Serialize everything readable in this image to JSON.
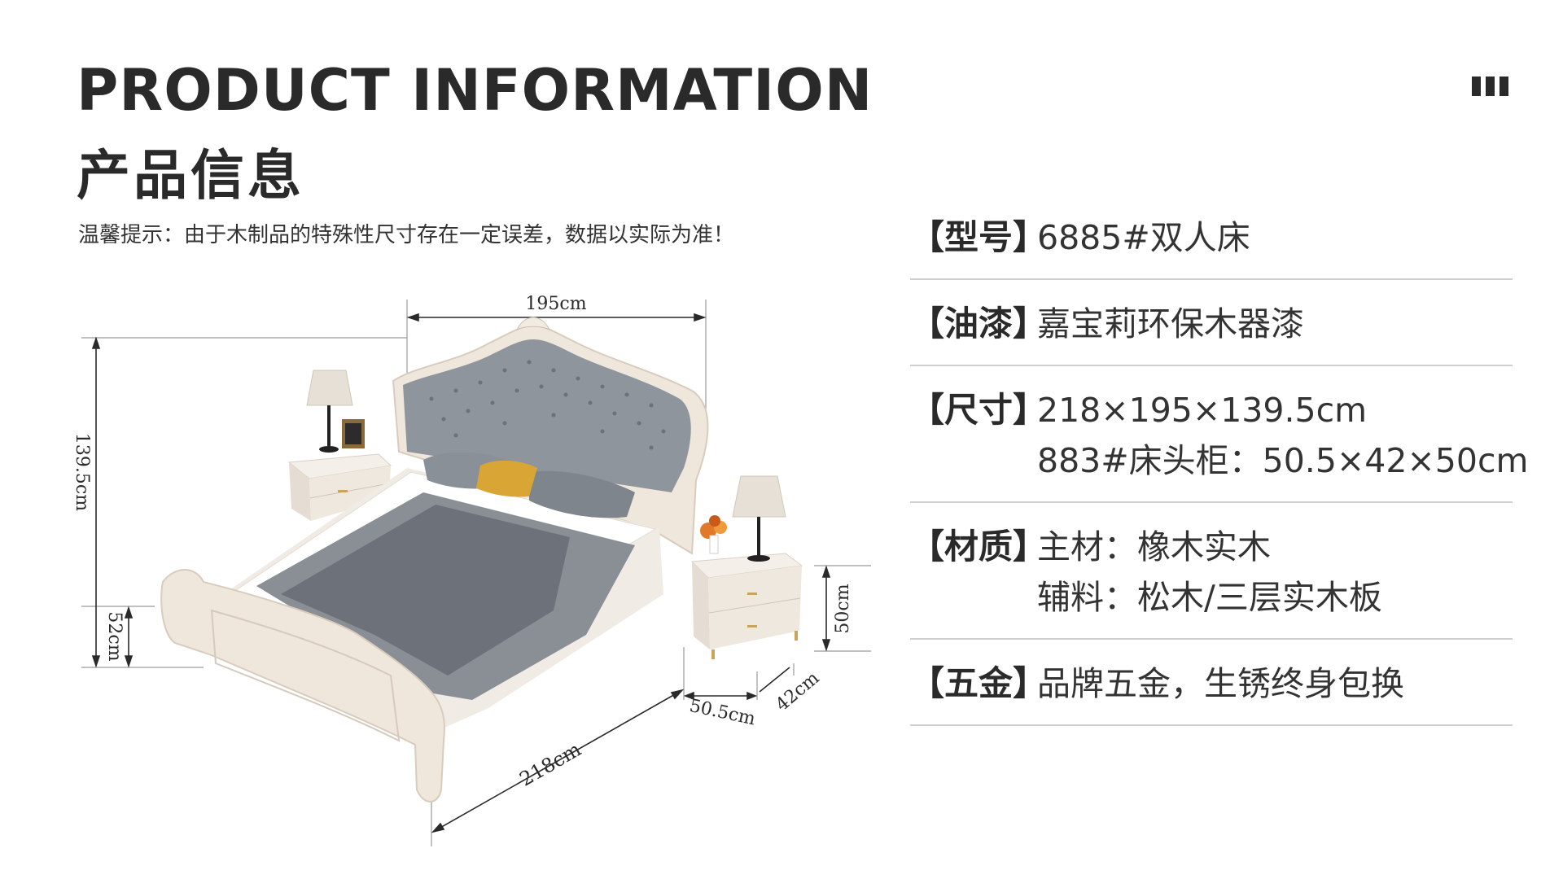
{
  "header": {
    "title_en": "PRODUCT INFORMATION",
    "title_cn": "产品信息",
    "tip": "温馨提示：由于木制品的特殊性尺寸存在一定误差，数据以实际为准！"
  },
  "dimensions": {
    "width": "195cm",
    "height": "139.5cm",
    "bed_height": "52cm",
    "length": "218cm",
    "nightstand_width": "50.5cm",
    "nightstand_depth": "42cm",
    "nightstand_height": "50cm"
  },
  "specs": [
    {
      "label": "【型号】",
      "values": [
        "6885#双人床"
      ]
    },
    {
      "label": "【油漆】",
      "values": [
        "嘉宝莉环保木器漆"
      ]
    },
    {
      "label": "【尺寸】",
      "values": [
        "218×195×139.5cm",
        "883#床头柜：50.5×42×50cm"
      ]
    },
    {
      "label": "【材质】",
      "values": [
        "主材：橡木实木",
        "辅料：松木/三层实木板"
      ]
    },
    {
      "label": "【五金】",
      "values": [
        "品牌五金，生锈终身包换"
      ]
    }
  ],
  "colors": {
    "headboard": "#8f959c",
    "frame": "#efe6dc",
    "blanket": "#6d727a",
    "pillow_accent": "#d9a636"
  }
}
